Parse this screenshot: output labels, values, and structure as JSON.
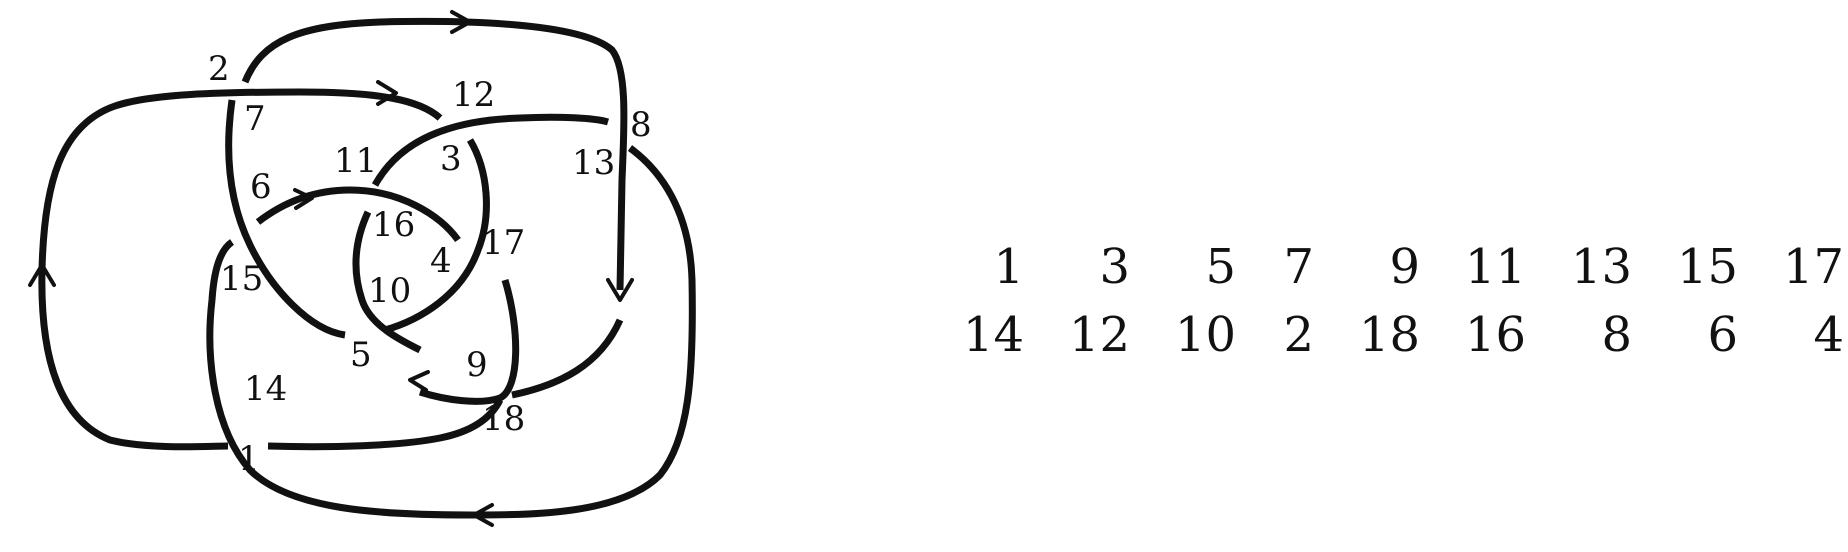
{
  "diagram": {
    "crossing_labels": [
      {
        "name": "label-1",
        "text": "1"
      },
      {
        "name": "label-2",
        "text": "2"
      },
      {
        "name": "label-3",
        "text": "3"
      },
      {
        "name": "label-4",
        "text": "4"
      },
      {
        "name": "label-5",
        "text": "5"
      },
      {
        "name": "label-6",
        "text": "6"
      },
      {
        "name": "label-7",
        "text": "7"
      },
      {
        "name": "label-8",
        "text": "8"
      },
      {
        "name": "label-9",
        "text": "9"
      },
      {
        "name": "label-10",
        "text": "10"
      },
      {
        "name": "label-11",
        "text": "11"
      },
      {
        "name": "label-12",
        "text": "12"
      },
      {
        "name": "label-13",
        "text": "13"
      },
      {
        "name": "label-14",
        "text": "14"
      },
      {
        "name": "label-15",
        "text": "15"
      },
      {
        "name": "label-16",
        "text": "16"
      },
      {
        "name": "label-17",
        "text": "17"
      },
      {
        "name": "label-18",
        "text": "18"
      }
    ],
    "stroke_color": "#111111"
  },
  "notation": {
    "odd": [
      "1",
      "3",
      "5",
      "7",
      "9",
      "11",
      "13",
      "15",
      "17"
    ],
    "even": [
      "14",
      "12",
      "10",
      "2",
      "18",
      "16",
      "8",
      "6",
      "4"
    ]
  }
}
